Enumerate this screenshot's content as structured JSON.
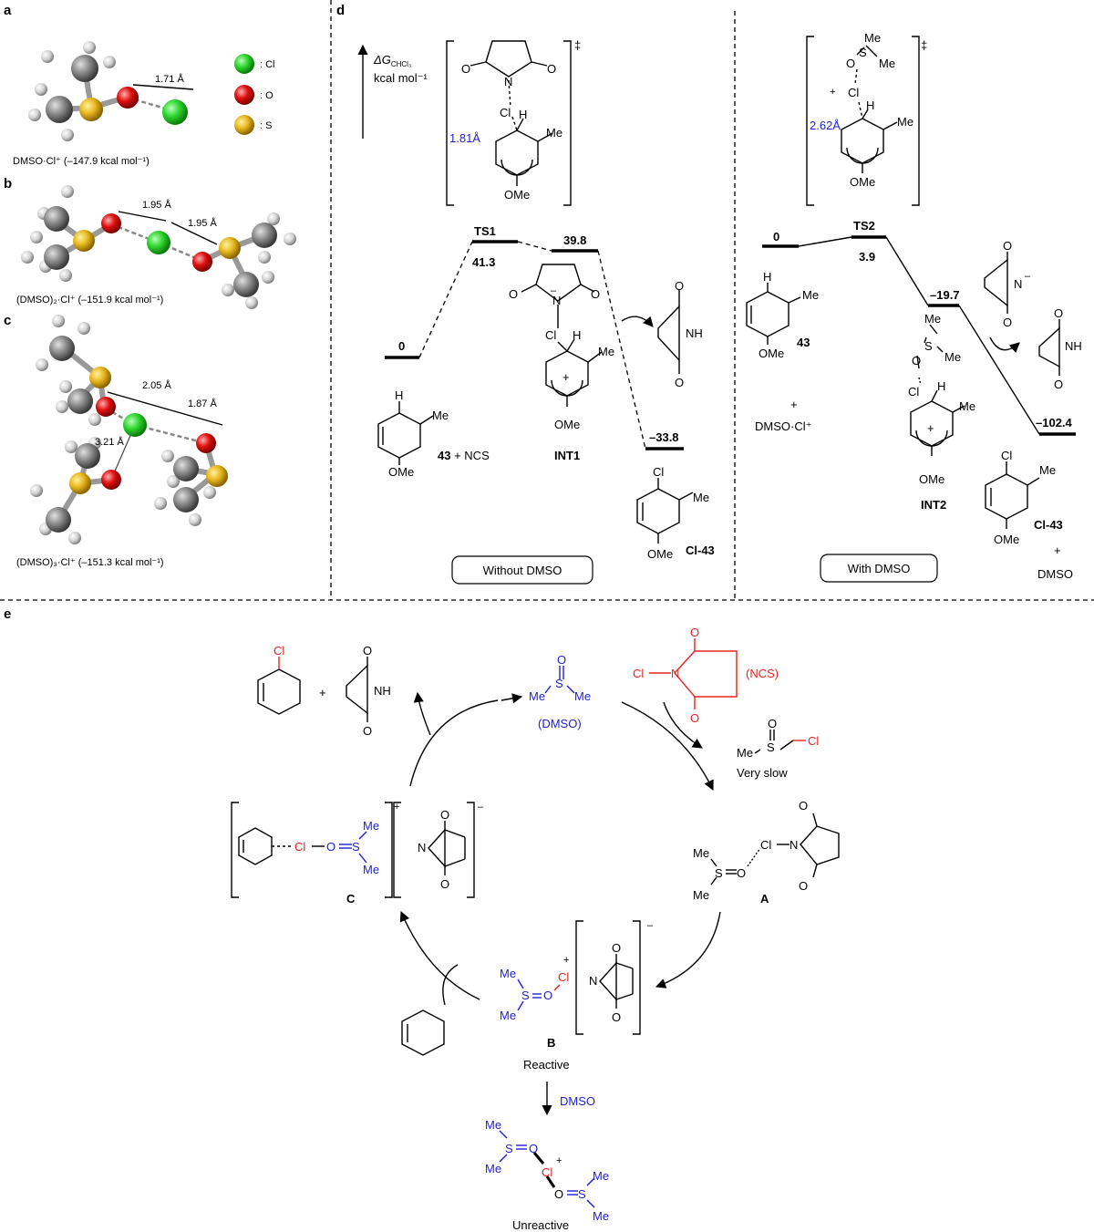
{
  "panels": {
    "a": "a",
    "b": "b",
    "c": "c",
    "d": "d",
    "e": "e"
  },
  "legend": {
    "cl": ": Cl",
    "o": ": O",
    "s": ": S"
  },
  "colors": {
    "cl": "#2fd62f",
    "o": "#e01010",
    "s": "#e8b820",
    "c": "#8a8a8a",
    "h": "#d0d0d0",
    "blue": "#1f1fd6",
    "red": "#e8231f"
  },
  "panel_a": {
    "distance": "1.71 Å",
    "caption": "DMSO·Cl⁺ (–147.9 kcal mol⁻¹)"
  },
  "panel_b": {
    "distance1": "1.95 Å",
    "distance2": "1.95 Å",
    "caption": "(DMSO)₂·Cl⁺ (–151.9 kcal mol⁻¹)"
  },
  "panel_c": {
    "distance1": "2.05 Å",
    "distance2": "1.87 Å",
    "distance3": "3.21 Å",
    "caption": "(DMSO)₃·Cl⁺ (–151.3 kcal mol⁻¹)"
  },
  "panel_d": {
    "axis_label": "ΔG",
    "axis_sub": "CHCl₃",
    "axis_unit": "kcal mol⁻¹",
    "ts_symbol": "‡",
    "left": {
      "title": "Without DMSO",
      "start_energy": "0",
      "ts_label": "TS1",
      "ts_energy": "41.3",
      "int_energy": "39.8",
      "end_energy": "–33.8",
      "int_label": "INT1",
      "ts_distance": "1.81Å",
      "reactant_num": "43",
      "reactant_extra": "+ NCS",
      "product_label": "Cl-43"
    },
    "right": {
      "title": "With DMSO",
      "start_energy": "0",
      "ts_label": "TS2",
      "ts_energy": "3.9",
      "int_energy": "–19.7",
      "end_energy": "–102.4",
      "int_label": "INT2",
      "ts_distance": "2.62Å",
      "reactant_num": "43",
      "plus": "+",
      "reagent": "DMSO·Cl⁺",
      "product_label": "Cl-43",
      "product_plus": "+",
      "product_extra": "DMSO"
    }
  },
  "panel_e": {
    "dmso_label": "(DMSO)",
    "ncs_label": "(NCS)",
    "very_slow": "Very slow",
    "label_A": "A",
    "label_B": "B",
    "label_C": "C",
    "reactive": "Reactive",
    "unreactive": "Unreactive",
    "dmso_arrow": "DMSO",
    "plus": "+"
  },
  "atoms": {
    "Me": "Me",
    "OMe": "OMe",
    "Cl": "Cl",
    "O": "O",
    "S": "S",
    "N": "N",
    "NH": "NH",
    "H": "H"
  }
}
